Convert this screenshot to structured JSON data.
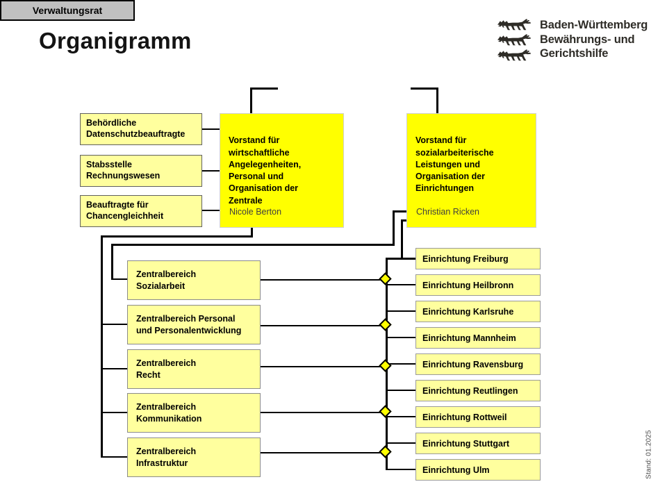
{
  "page": {
    "title": "Organigramm",
    "stand_note": "Stand: 01.2025"
  },
  "logo": {
    "coat_of_arms_icon": "three-lions",
    "lines": [
      "Baden-Württemberg",
      "Bewährungs- und",
      "Gerichtshilfe"
    ]
  },
  "org": {
    "root": "Verwaltungsrat",
    "staff_units": [
      "Behördliche\nDatenschutzbeauftragte",
      "Stabsstelle\nRechnungswesen",
      "Beauftragte für\nChancengleichheit"
    ],
    "vorstand_left": {
      "title": "Vorstand für\nwirtschaftliche\nAngelegenheiten,\nPersonal und\nOrganisation der\nZentrale",
      "name": "Nicole Berton"
    },
    "vorstand_right": {
      "title": "Vorstand für\nsozialarbeiterische\nLeistungen und\nOrganisation der\nEinrichtungen",
      "name": "Christian Ricken"
    },
    "zentralbereiche": [
      "Zentralbereich\nSozialarbeit",
      "Zentralbereich Personal\nund Personalentwicklung",
      "Zentralbereich\nRecht",
      "Zentralbereich\nKommunikation",
      "Zentralbereich\nInfrastruktur"
    ],
    "einrichtungen": [
      "Einrichtung Freiburg",
      "Einrichtung Heilbronn",
      "Einrichtung Karlsruhe",
      "Einrichtung Mannheim",
      "Einrichtung Ravensburg",
      "Einrichtung Reutlingen",
      "Einrichtung Rottweil",
      "Einrichtung Stuttgart",
      "Einrichtung Ulm"
    ]
  },
  "colors": {
    "vorstand_yellow": "#FFFF00",
    "unit_yellow": "#FFFF9E",
    "root_gray": "#C0C0C0",
    "connector_black": "#000000",
    "diamond_yellow": "#FFFF00"
  }
}
